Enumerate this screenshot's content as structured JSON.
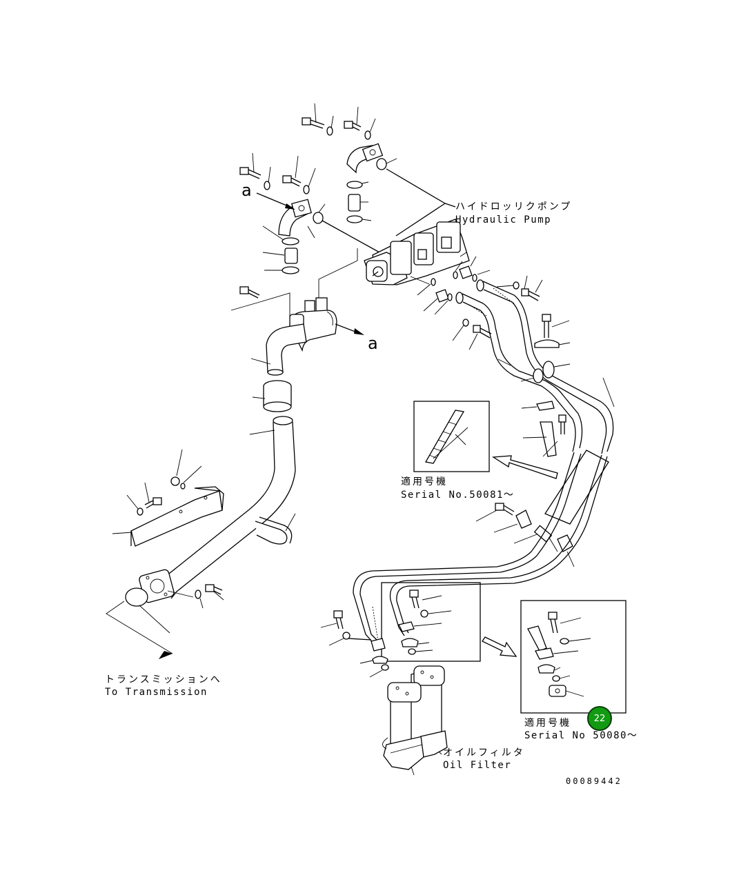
{
  "labels": {
    "hydraulic_pump_jp": "ハイドロッリクポンプ",
    "hydraulic_pump_en": "Hydraulic Pump",
    "serial_upper_jp": "適用号機",
    "serial_upper_en": "Serial No.50081～",
    "serial_lower_jp": "適用号機",
    "serial_lower_en": "Serial No 50080～",
    "transmission_jp": "トランスミッションへ",
    "transmission_en": "To Transmission",
    "oil_filter_jp": "オイルフィルタ",
    "oil_filter_en": "Oil Filter",
    "callout_a_top": "a",
    "callout_a_bottom": "a",
    "drawing_number": "00089442"
  },
  "badge": {
    "label": "22",
    "color": "#139a13"
  }
}
